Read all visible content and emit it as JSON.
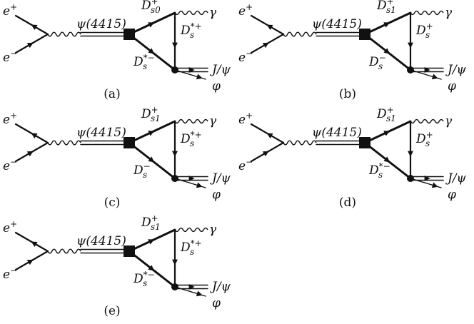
{
  "panels": [
    {
      "caption": "(a)",
      "ep": "+",
      "em": "−",
      "psi": "ψ(4415)",
      "upper": {
        "base": "D",
        "sup": "+",
        "sub": "s0"
      },
      "lower": {
        "base": "D",
        "sup": "*−",
        "sub": "s"
      },
      "exch": {
        "base": "D",
        "sup": "*+",
        "sub": "s"
      },
      "gamma": "γ",
      "jpsi": "J/ψ",
      "phi": "φ"
    },
    {
      "caption": "(b)",
      "ep": "+",
      "em": "−",
      "psi": "ψ(4415)",
      "upper": {
        "base": "D",
        "sup": "+",
        "sub": "s1"
      },
      "lower": {
        "base": "D",
        "sup": "−",
        "sub": "s"
      },
      "exch": {
        "base": "D",
        "sup": "+",
        "sub": "s"
      },
      "gamma": "γ",
      "jpsi": "J/ψ",
      "phi": "φ"
    },
    {
      "caption": "(c)",
      "ep": "+",
      "em": "−",
      "psi": "ψ(4415)",
      "upper": {
        "base": "D",
        "sup": "+",
        "sub": "s1"
      },
      "lower": {
        "base": "D",
        "sup": "−",
        "sub": "s"
      },
      "exch": {
        "base": "D",
        "sup": "*+",
        "sub": "s"
      },
      "gamma": "γ",
      "jpsi": "J/ψ",
      "phi": "φ"
    },
    {
      "caption": "(d)",
      "ep": "+",
      "em": "−",
      "psi": "ψ(4415)",
      "upper": {
        "base": "D",
        "sup": "+",
        "sub": "s1"
      },
      "lower": {
        "base": "D",
        "sup": "*−",
        "sub": "s"
      },
      "exch": {
        "base": "D",
        "sup": "+",
        "sub": "s"
      },
      "gamma": "γ",
      "jpsi": "J/ψ",
      "phi": "φ"
    },
    {
      "caption": "(e)",
      "ep": "+",
      "em": "−",
      "psi": "ψ(4415)",
      "upper": {
        "base": "D",
        "sup": "+",
        "sub": "s1"
      },
      "lower": {
        "base": "D",
        "sup": "*−",
        "sub": "s"
      },
      "exch": {
        "base": "D",
        "sup": "*+",
        "sub": "s"
      },
      "gamma": "γ",
      "jpsi": "J/ψ",
      "phi": "φ"
    }
  ],
  "electron_base": "e"
}
